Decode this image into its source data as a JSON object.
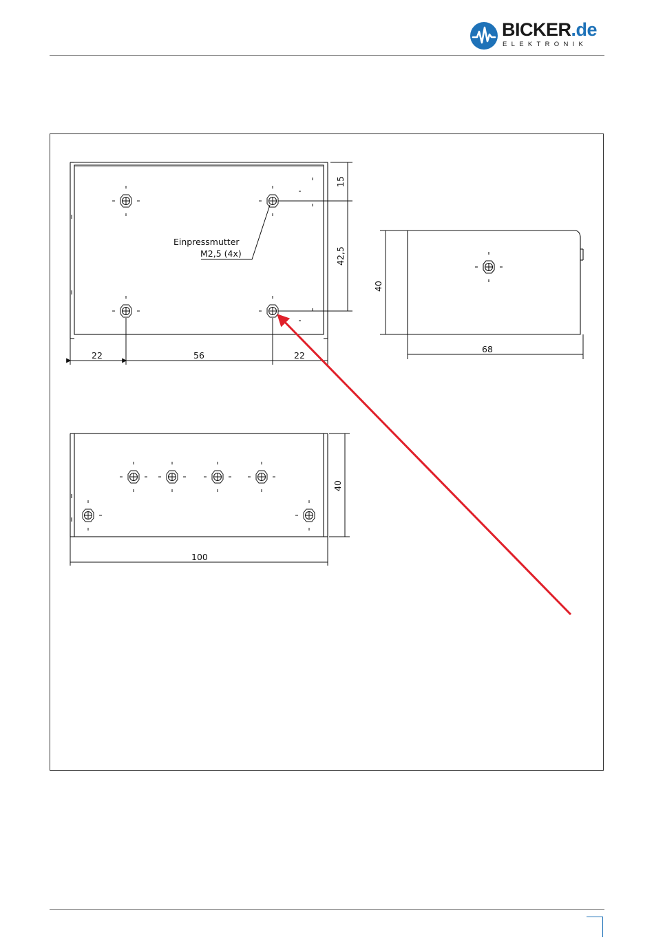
{
  "brand": {
    "name_main": "BICKER",
    "name_suffix": ".de",
    "sub": "ELEKTRONIK",
    "accent_color": "#1e72b8"
  },
  "drawing": {
    "callout_line1": "Einpressmutter",
    "callout_line2": "M2,5 (4x)",
    "top_view": {
      "dim_left": "22",
      "dim_middle": "56",
      "dim_right": "22",
      "dim_top_margin": "15",
      "dim_hole_spacing": "42,5"
    },
    "side_view": {
      "dim_height": "40",
      "dim_depth": "68"
    },
    "front_view": {
      "dim_height": "40",
      "dim_width": "100"
    },
    "arrow_color": "#e0202a"
  }
}
